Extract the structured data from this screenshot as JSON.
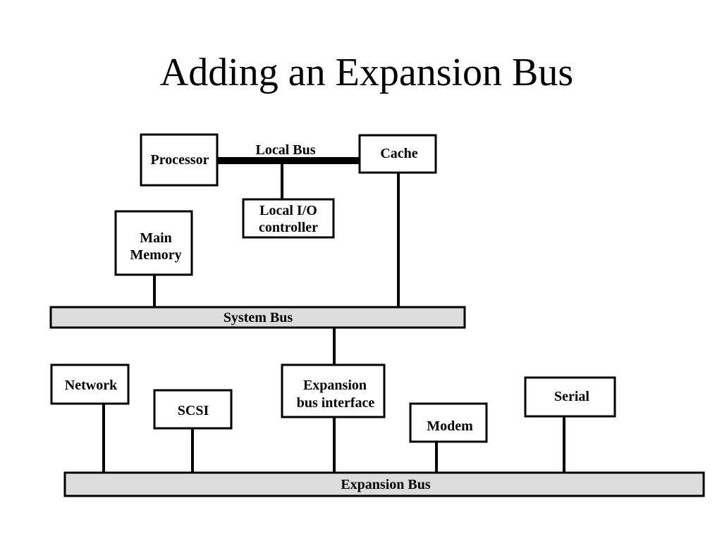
{
  "slide": {
    "title": "Adding an Expansion Bus"
  },
  "diagram": {
    "local_bus_label": "Local Bus",
    "system_bus_label": "System Bus",
    "expansion_bus_label": "Expansion Bus",
    "bus_fill_color": "#dcdcdc",
    "components": {
      "processor": "Processor",
      "cache": "Cache",
      "local_io_line1": "Local I/O",
      "local_io_line2": "controller",
      "main_memory_line1": "Main",
      "main_memory_line2": "Memory",
      "expansion_interface_line1": "Expansion",
      "expansion_interface_line2": "bus interface",
      "network": "Network",
      "scsi": "SCSI",
      "modem": "Modem",
      "serial": "Serial"
    }
  }
}
